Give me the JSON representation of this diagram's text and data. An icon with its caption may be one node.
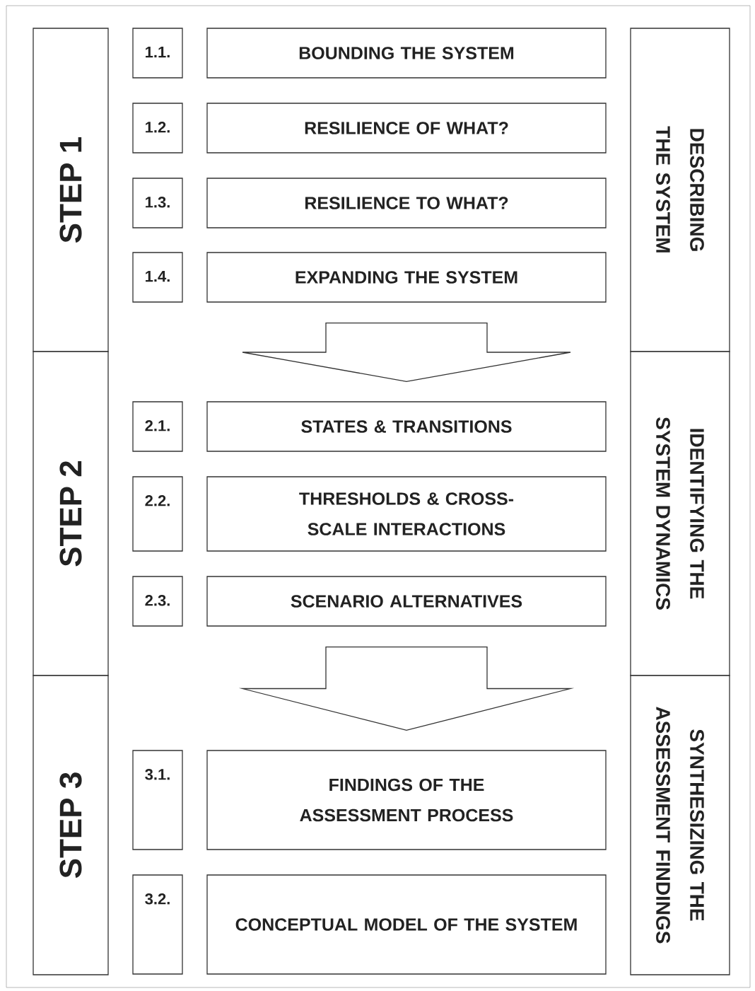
{
  "diagram": {
    "nodes": [
      {
        "text": [
          "STEP 1"
        ]
      },
      {
        "text": [
          "1.1."
        ]
      },
      {
        "text": [
          "BOUNDING THE SYSTEM"
        ]
      },
      {
        "text": [
          "1.2."
        ]
      },
      {
        "text": [
          "RESILIENCE OF WHAT?"
        ]
      },
      {
        "text": [
          "1.3."
        ]
      },
      {
        "text": [
          "RESILIENCE TO WHAT?"
        ]
      },
      {
        "text": [
          "1.4."
        ]
      },
      {
        "text": [
          "EXPANDING THE SYSTEM"
        ]
      },
      {
        "text": [
          "DESCRIBING THE SYSTEM"
        ]
      },
      {
        "text": [
          "STEP 2"
        ]
      },
      {
        "text": [
          "2.1."
        ]
      },
      {
        "text": [
          "STATES & TRANSITIONS"
        ]
      },
      {
        "text": [
          "2.2."
        ]
      },
      {
        "text": [
          "THRESHOLDS & CROSS-SCALE INTERACTIONS"
        ]
      },
      {
        "text": [
          "2.3."
        ]
      },
      {
        "text": [
          "SCENARIO ALTERNATIVES"
        ]
      },
      {
        "text": [
          "IDENTIFYING THE SYSTEM DYNAMICS"
        ]
      },
      {
        "text": [
          "STEP 3"
        ]
      },
      {
        "text": [
          "3.1."
        ]
      },
      {
        "text": [
          "FINDINGS OF THE ASSESSMENT PROCESS"
        ]
      },
      {
        "text": [
          "3.2."
        ]
      },
      {
        "text": [
          "CONCEPTUAL MODEL OF THE SYSTEM"
        ]
      },
      {
        "text": [
          "SYNTHESIZING THE ASSESSMENT FINDINGS"
        ]
      }
    ],
    "edges": [
      {
        "from": 8,
        "to": 12,
        "arrow": "to"
      },
      {
        "from": 16,
        "to": 20,
        "arrow": "to"
      }
    ]
  }
}
